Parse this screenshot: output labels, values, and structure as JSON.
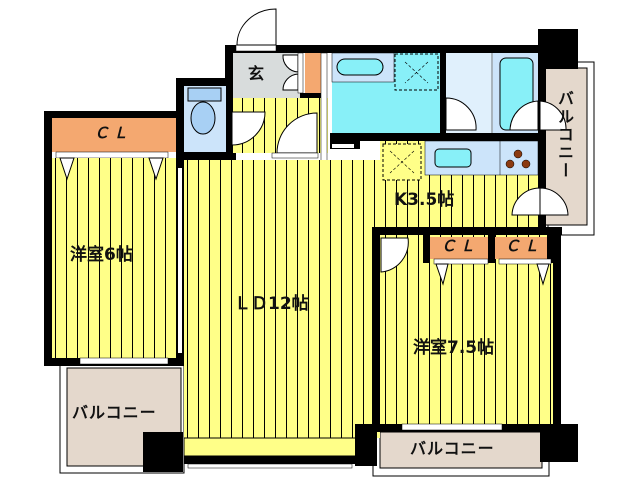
{
  "floor_plan": {
    "rooms": [
      {
        "id": "western-room-6",
        "label": "洋室6帖"
      },
      {
        "id": "living-dining",
        "label": "ＬＤ12帖"
      },
      {
        "id": "kitchen",
        "label": "K3.5帖"
      },
      {
        "id": "western-room-7-5",
        "label": "洋室7.5帖"
      },
      {
        "id": "entrance",
        "label": "玄"
      }
    ],
    "closets": [
      {
        "id": "closet-left",
        "label": "ＣＬ"
      },
      {
        "id": "closet-right-1",
        "label": "ＣＬ"
      },
      {
        "id": "closet-right-2",
        "label": "ＣＬ"
      }
    ],
    "balconies": [
      {
        "id": "balcony-left",
        "label": "バルコニー"
      },
      {
        "id": "balcony-bottom",
        "label": "バルコニー"
      },
      {
        "id": "balcony-right",
        "label": "バルコニー"
      }
    ],
    "colors": {
      "floor": "#ffff88",
      "floor_line": "#000000",
      "closet": "#f4a870",
      "wet_area": "#cce4fa",
      "bath": "#88f0f8",
      "entrance": "#d8dcdc",
      "balcony": "#e4d8cc",
      "wall": "#000000",
      "stove": "#8b3a10"
    }
  }
}
